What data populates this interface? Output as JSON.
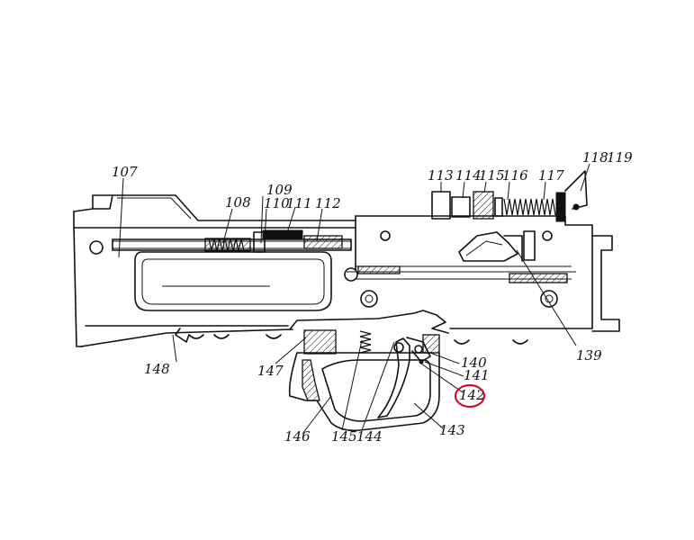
{
  "labels": {
    "p107": "107",
    "p108": "108",
    "p109": "109",
    "p110": "110",
    "p111": "111",
    "p112": "112",
    "p113": "113",
    "p114": "114",
    "p115": "115",
    "p116": "116",
    "p117": "117",
    "p118": "118",
    "p119": "119",
    "p139": "139",
    "p140": "140",
    "p141": "141",
    "p142": "142",
    "p143": "143",
    "p144": "144",
    "p145": "145",
    "p146": "146",
    "p147": "147",
    "p148": "148"
  },
  "highlight": {
    "label": "142",
    "color": "#d0021b"
  }
}
